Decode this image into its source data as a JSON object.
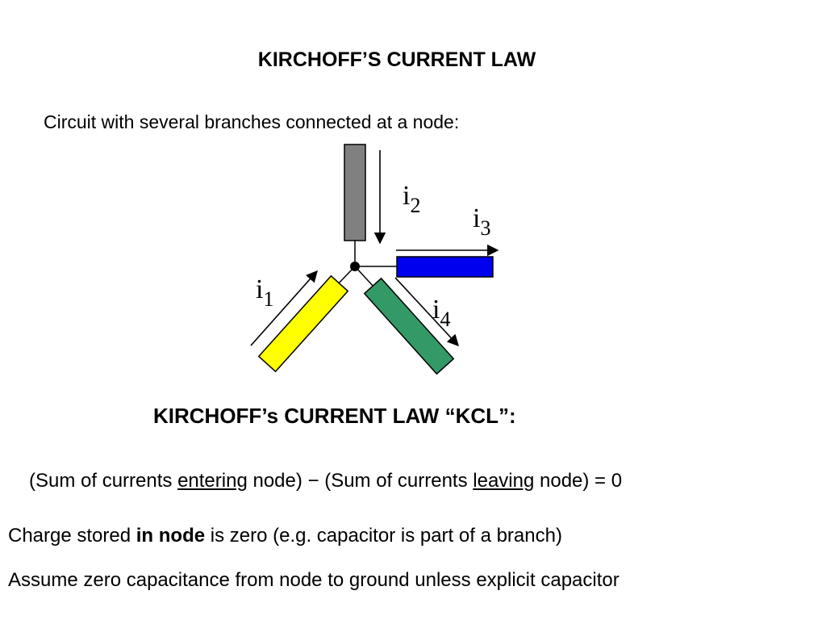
{
  "title": "KIRCHOFF’S CURRENT LAW",
  "intro": "Circuit with several branches connected at a node:",
  "diagram": {
    "branches": [
      {
        "name": "branch-1",
        "color": "#ffff00"
      },
      {
        "name": "branch-2",
        "color": "#808080"
      },
      {
        "name": "branch-3",
        "color": "#0000ee"
      },
      {
        "name": "branch-4",
        "color": "#339966"
      }
    ],
    "labels": {
      "i1": {
        "base": "i",
        "sub": "1"
      },
      "i2": {
        "base": "i",
        "sub": "2"
      },
      "i3": {
        "base": "i",
        "sub": "3"
      },
      "i4": {
        "base": "i",
        "sub": "4"
      }
    }
  },
  "kcl": {
    "heading": "KIRCHOFF’s CURRENT LAW  “KCL”:",
    "eq_part1": "(Sum of currents ",
    "eq_entering": "entering",
    "eq_part2": " node) ",
    "eq_minus": "−",
    "eq_part3": " (Sum of currents ",
    "eq_leaving": "leaving",
    "eq_part4": " node) = 0"
  },
  "notes": {
    "charge_pre": "Charge stored ",
    "charge_bold": "in node",
    "charge_post": " is zero (e.g. capacitor is part of a branch)",
    "capacitance": "Assume zero capacitance from node to ground unless explicit capacitor"
  }
}
